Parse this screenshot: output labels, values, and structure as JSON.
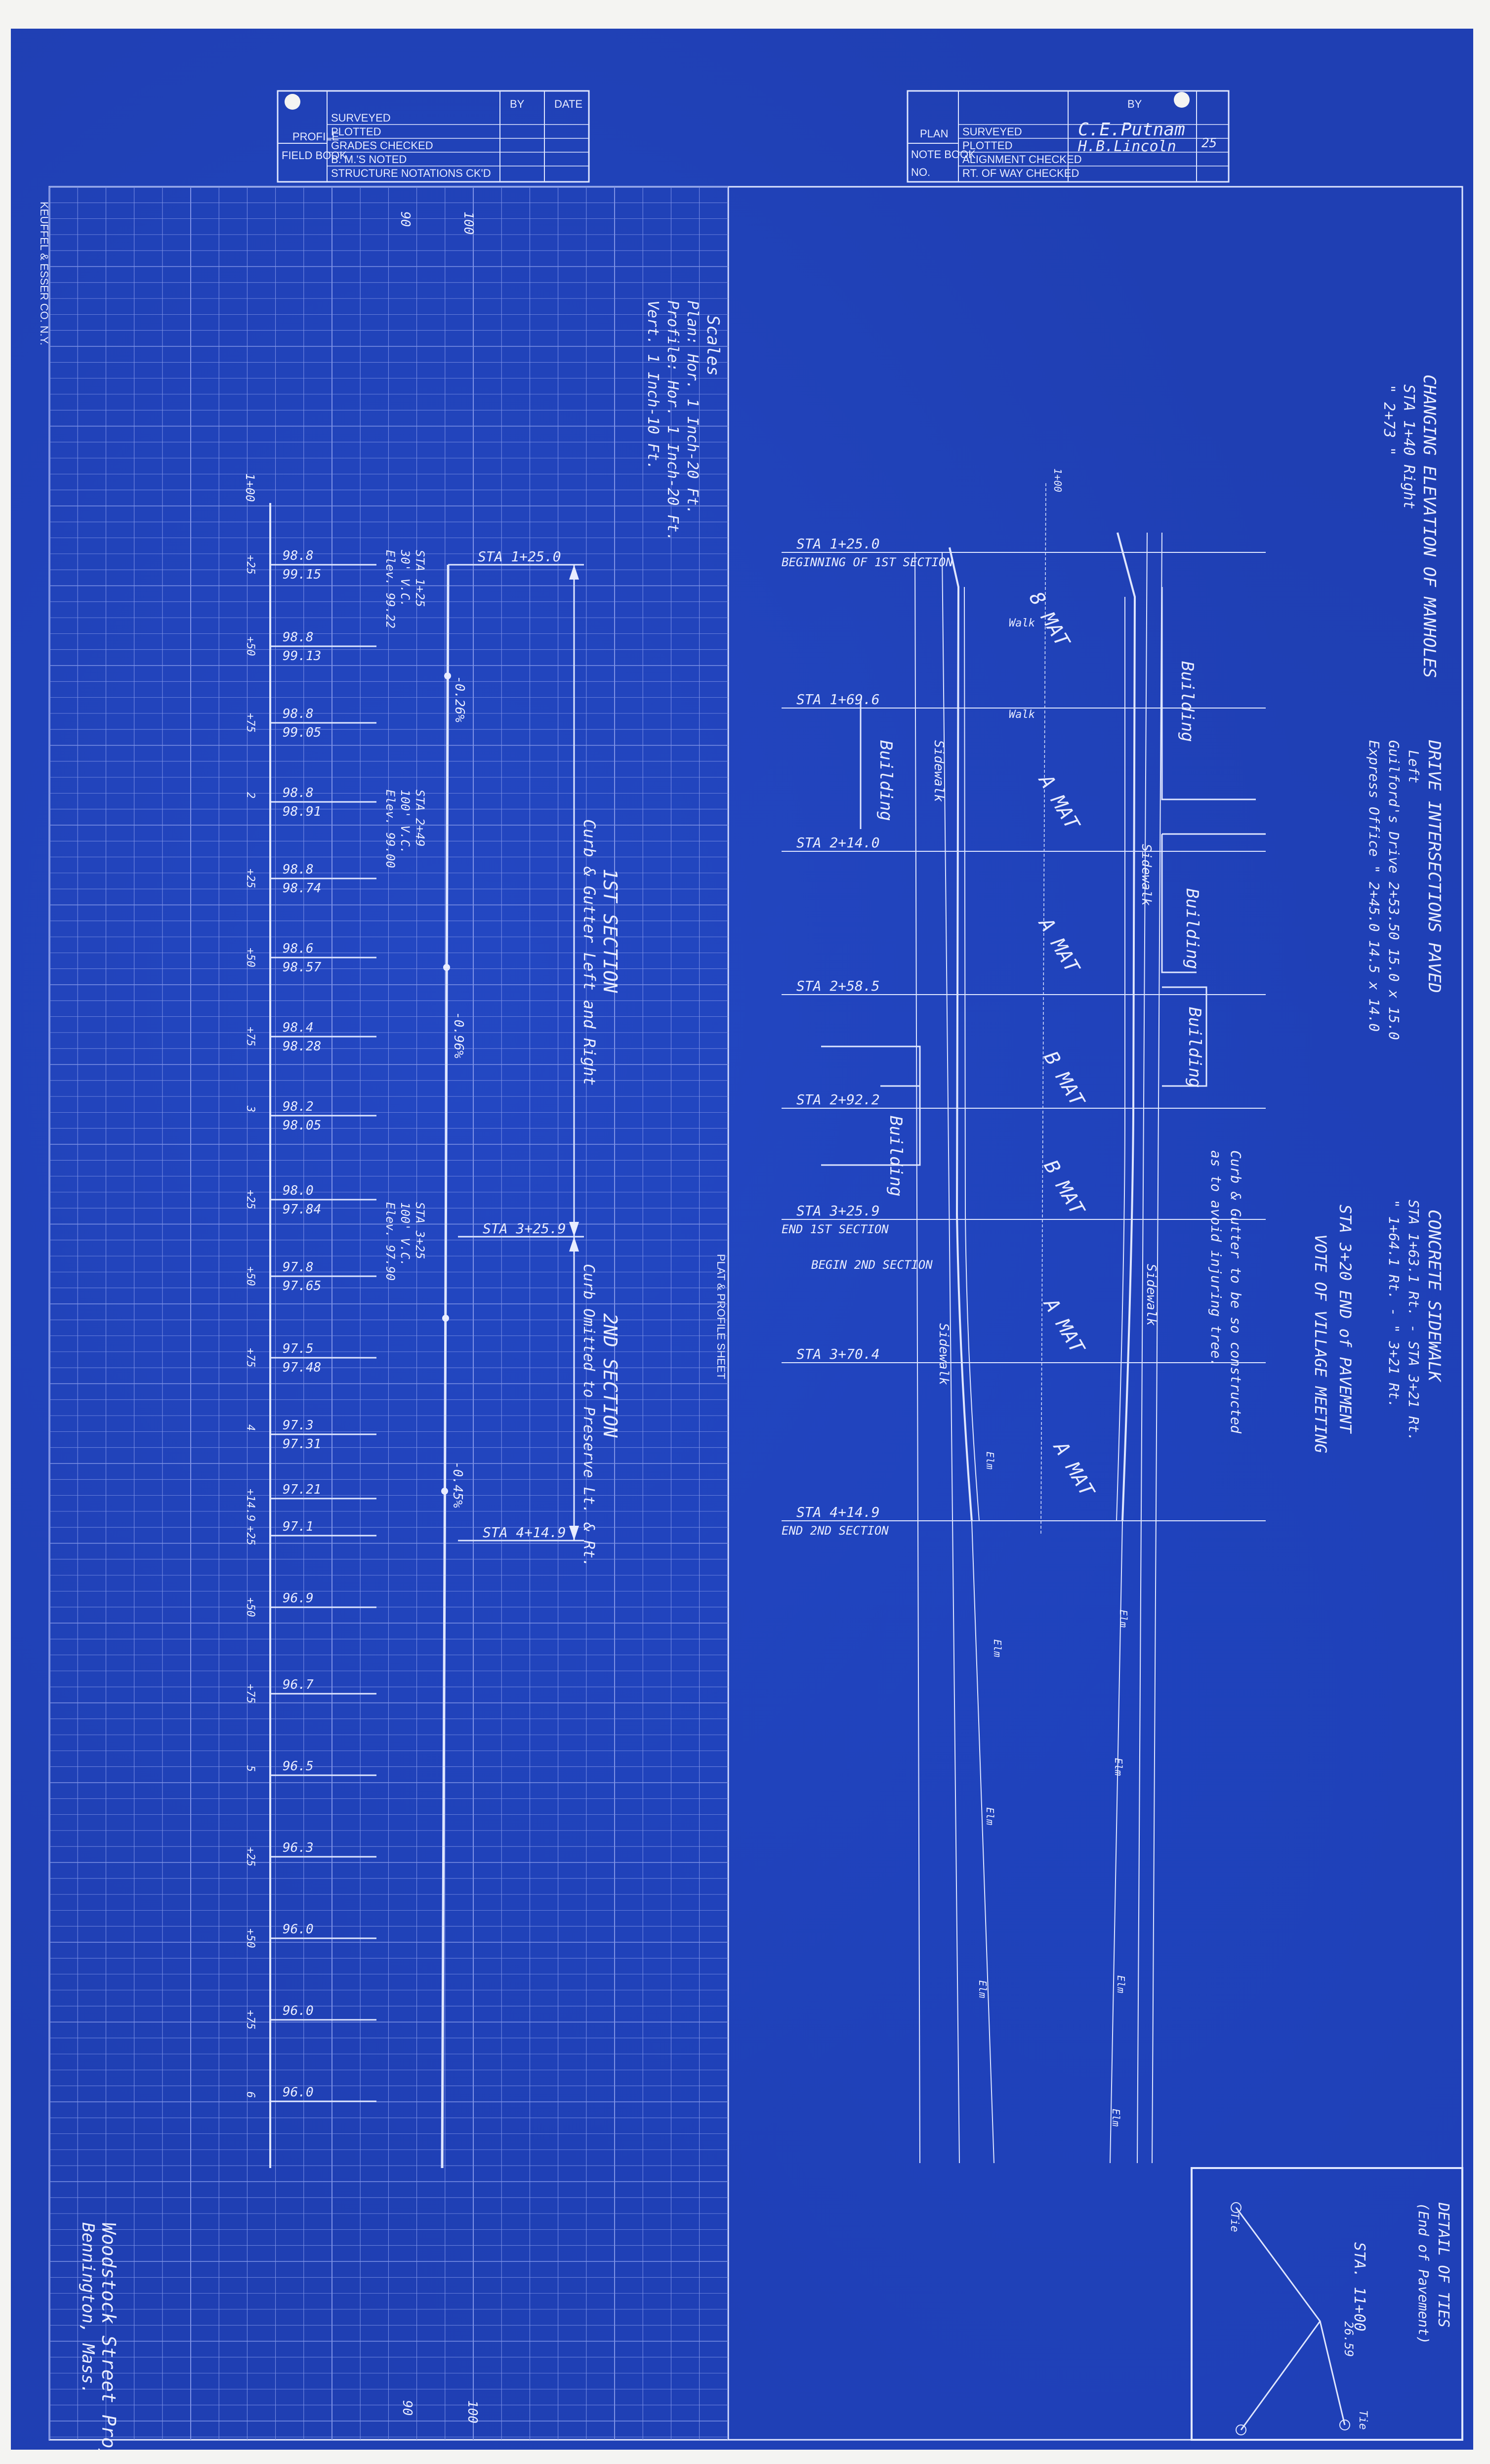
{
  "title_blocks": {
    "profile": {
      "heading": "PROFILE",
      "field_book": "FIELD BOOK",
      "rows": [
        "SURVEYED",
        "PLOTTED",
        "GRADES CHECKED",
        "B. M.'S NOTED",
        "STRUCTURE NOTATIONS CK'D"
      ],
      "col_by": "BY",
      "col_date": "DATE"
    },
    "plan": {
      "heading": "PLAN",
      "note_book": "NOTE BOOK",
      "no": "NO.",
      "rows": [
        "SURVEYED",
        "PLOTTED",
        "ALIGNMENT CHECKED",
        "RT. OF WAY CHECKED"
      ],
      "col_by": "BY",
      "signature_1": "C.E.Putnam",
      "signature_2": "H.B.Lincoln",
      "date_mark": "25"
    }
  },
  "margin_text": {
    "publisher": "KEUFFEL & ESSER CO. N.Y.",
    "sheet_name": "PLAT & PROFILE SHEET"
  },
  "profile": {
    "scales_title": "Scales",
    "scale_lines": [
      "Plan: Hor. 1 Inch-20 Ft.",
      "Profile: Hor. 1 Inch-20 Ft.",
      "Vert. 1 Inch-10 Ft."
    ],
    "axis_top": [
      "90",
      "100"
    ],
    "axis_bottom": [
      "90",
      "100"
    ],
    "station_top": "1+00",
    "left_ticks": [
      "+25",
      "+50",
      "+75",
      "2",
      "+25",
      "+50",
      "+75",
      "3",
      "+25",
      "+50",
      "+75",
      "4",
      "+14.9",
      "+25",
      "+50",
      "+75",
      "5",
      "+25",
      "+50",
      "+75",
      "6"
    ],
    "elevations": [
      {
        "upper": "98.8",
        "lower": "99.15"
      },
      {
        "upper": "98.8",
        "lower": "99.13"
      },
      {
        "upper": "98.8",
        "lower": "99.05"
      },
      {
        "upper": "98.8",
        "lower": "98.91"
      },
      {
        "upper": "98.8",
        "lower": "98.74"
      },
      {
        "upper": "98.6",
        "lower": "98.57"
      },
      {
        "upper": "98.4",
        "lower": "98.28"
      },
      {
        "upper": "98.2",
        "lower": "98.05"
      },
      {
        "upper": "98.0",
        "lower": "97.84"
      },
      {
        "upper": "97.8",
        "lower": "97.65"
      },
      {
        "upper": "97.5",
        "lower": "97.48"
      },
      {
        "upper": "97.3",
        "lower": "97.31"
      },
      {
        "upper": "97.21",
        "lower": ""
      },
      {
        "upper": "97.1",
        "lower": ""
      },
      {
        "upper": "96.9",
        "lower": ""
      },
      {
        "upper": "96.7",
        "lower": ""
      },
      {
        "upper": "96.5",
        "lower": ""
      },
      {
        "upper": "96.3",
        "lower": ""
      },
      {
        "upper": "96.0",
        "lower": ""
      },
      {
        "upper": "96.0",
        "lower": ""
      },
      {
        "upper": "96.0",
        "lower": ""
      }
    ],
    "vc_notes": [
      [
        "STA 1+25",
        "30' V.C.",
        "Elev. 99.22"
      ],
      [
        "STA 2+49",
        "100' V.C.",
        "Elev. 99.00"
      ],
      [
        "STA 3+25",
        "100' V.C.",
        "Elev. 97.90"
      ]
    ],
    "grades": [
      "-0.26%",
      "-0.96%",
      "-0.45%"
    ],
    "stations": [
      "STA 1+25.0",
      "STA 3+25.9",
      "STA 4+14.9"
    ],
    "section_1": [
      "1ST SECTION",
      "Curb & Gutter Left and Right"
    ],
    "section_2": [
      "2ND SECTION",
      "Curb Omitted to Preserve Lt. & Rt."
    ],
    "project_name": [
      "Woodstock Street Project",
      "Bennington, Mass."
    ]
  },
  "plan": {
    "stations": [
      {
        "label": "STA 1+25.0",
        "sub": "BEGINNING OF 1ST SECTION"
      },
      {
        "label": "STA 1+69.6",
        "sub": ""
      },
      {
        "label": "STA 2+14.0",
        "sub": ""
      },
      {
        "label": "STA 2+58.5",
        "sub": ""
      },
      {
        "label": "STA 2+92.2",
        "sub": ""
      },
      {
        "label": "STA 3+25.9",
        "sub": "END 1ST SECTION"
      },
      {
        "label": "STA 3+70.4",
        "sub": ""
      },
      {
        "label": "STA 4+14.9",
        "sub": "END 2ND SECTION"
      }
    ],
    "section_2_begin": "BEGIN 2ND SECTION",
    "mats": [
      "8 MAT",
      "A MAT",
      "A MAT",
      "B MAT",
      "B MAT",
      "A MAT",
      "A MAT"
    ],
    "buildings": [
      "Building",
      "Building",
      "Building",
      "Building",
      "Building"
    ],
    "sidewalk": "Sidewalk",
    "walk": "Walk",
    "elm": "Elm",
    "curb_note": [
      "Curb & Gutter to be so constructed",
      "as to avoid injuring tree."
    ],
    "end_pavement": [
      "STA 3+20 END of PAVEMENT",
      "VOTE OF VILLAGE MEETING"
    ],
    "station_1": "1+00"
  },
  "notes": {
    "manholes": [
      "CHANGING ELEVATION OF MANHOLES",
      "STA 1+40  Right",
      "\" 2+73  \""
    ],
    "drives": [
      "DRIVE INTERSECTIONS PAVED",
      "Left",
      "Guilford's Drive  2+53.50  15.0 x 15.0",
      "Express Office  \" 2+45.0  14.5 x 14.0"
    ],
    "sidewalk": [
      "CONCRETE SIDEWALK",
      "STA 1+63.1 Rt. - STA 3+21 Rt.",
      "\" 1+64.1 Rt. - \" 3+21 Rt."
    ],
    "ties": [
      "DETAIL OF TIES",
      "(End of Pavement)",
      "STA. 11+00"
    ],
    "tie_labels": [
      "Tie",
      "Tie",
      "26.59"
    ]
  }
}
